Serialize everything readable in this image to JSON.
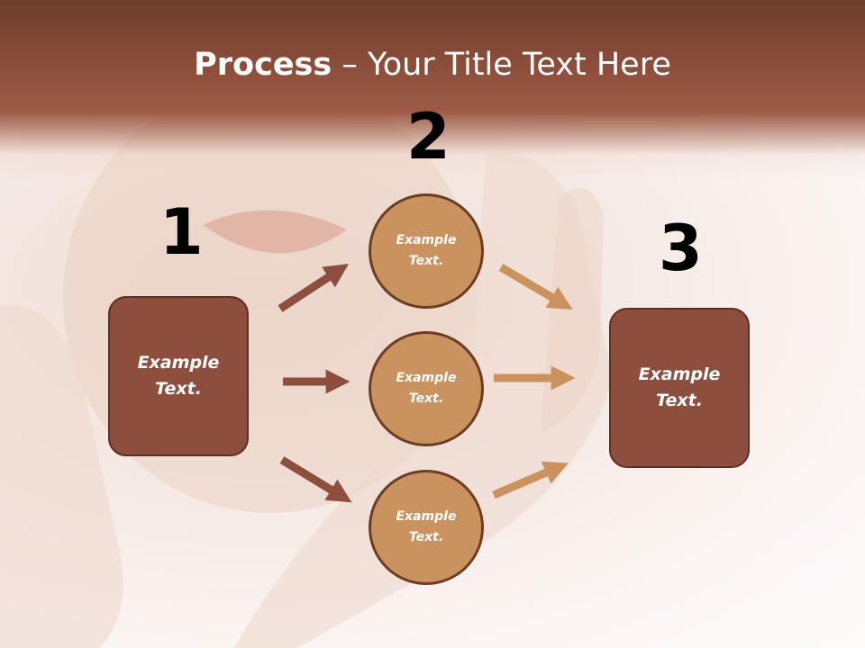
{
  "title": {
    "bold": "Process",
    "rest": " – Your Title Text Here"
  },
  "steps": {
    "one": "1",
    "two": "2",
    "three": "3"
  },
  "left_box": {
    "text": "Example Text."
  },
  "circles": [
    {
      "text": "Example Text."
    },
    {
      "text": "Example Text."
    },
    {
      "text": "Example Text."
    }
  ],
  "right_box": {
    "text": "Example Text."
  },
  "colors": {
    "title_band": "#9d5b45",
    "box_fill": "#8d4e3d",
    "circle_fill": "#c9925f",
    "arrow_dark": "#8d4e3d",
    "arrow_light": "#c9925f"
  }
}
